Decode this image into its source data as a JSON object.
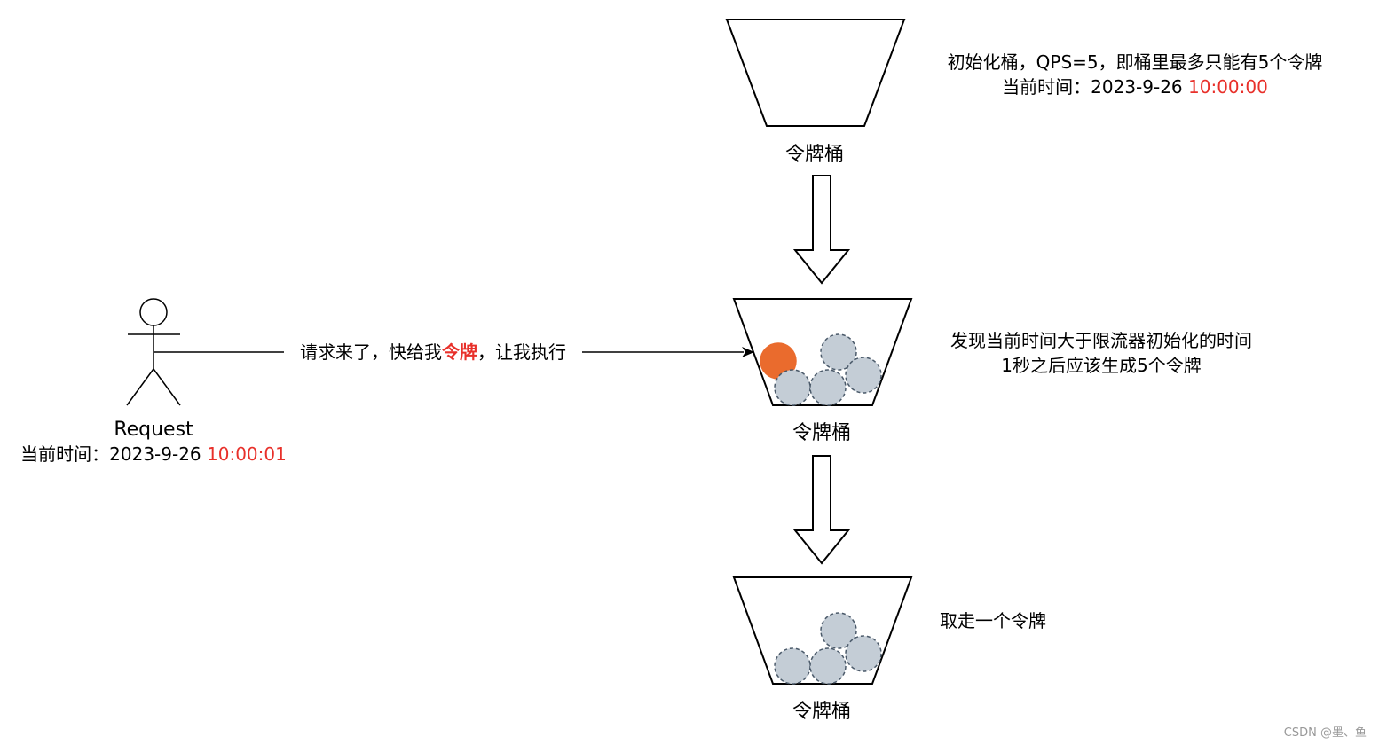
{
  "buckets": {
    "top": {
      "label": "令牌桶",
      "note_line1": "初始化桶，QPS=5，即桶里最多只能有5个令牌",
      "note_line2_prefix": "当前时间：2023-9-26 ",
      "note_line2_time": "10:00:00"
    },
    "middle": {
      "label": "令牌桶",
      "note_line1": "发现当前时间大于限流器初始化的时间",
      "note_line2": "1秒之后应该生成5个令牌"
    },
    "bottom": {
      "label": "令牌桶",
      "note": "取走一个令牌"
    }
  },
  "request": {
    "actor_label": "Request",
    "time_prefix": "当前时间：2023-9-26 ",
    "time_value": "10:00:01",
    "edge_label_part1": "请求来了，快给我",
    "edge_label_part2": "令牌",
    "edge_label_part3": "，让我执行"
  },
  "watermark": "CSDN @墨、鱼",
  "colors": {
    "accent_red": "#e8302a",
    "token_taken": "#ea6b2d",
    "token_fill": "#c4cdd6",
    "token_stroke": "#4b5a6a",
    "line": "#000000"
  }
}
